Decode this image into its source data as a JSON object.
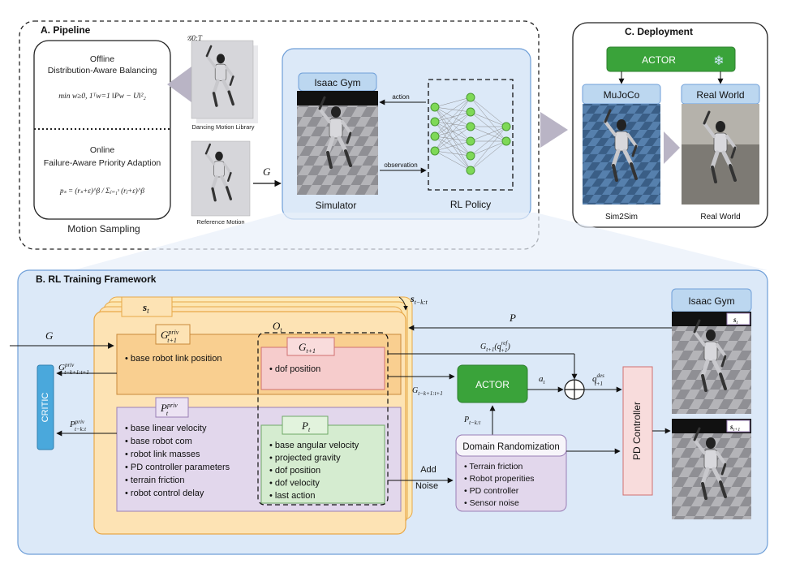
{
  "pipeline": {
    "title": "A. Pipeline",
    "g_label": "G",
    "sampling": {
      "offline_title_1": "Offline",
      "offline_title_2": "Distribution-Aware Balancing",
      "offline_formula": "min w≥0, 1ᵀw=1  ‖Pw − U‖²₂",
      "online_title_1": "Online",
      "online_title_2": "Failure-Aware Priority Adaption",
      "online_formula": "pₛ = (rₛ+ε)^β / Σⱼ₌₁ˢ (rⱼ+ε)^β",
      "caption": "Motion Sampling"
    },
    "library_symbol": "𝒢0:T",
    "library_caption": "Dancing Motion Library",
    "reference_caption": "Reference Motion",
    "sim_box": {
      "isaac_label": "Isaac Gym",
      "action_label": "action",
      "observation_label": "observation",
      "simulator_caption": "Simulator",
      "policy_caption": "RL Policy"
    }
  },
  "deployment": {
    "title": "C. Deployment",
    "actor_label": "ACTOR",
    "snowflake_icon": "snowflake-icon",
    "mujoco_label": "MuJoCo",
    "real_label": "Real World",
    "sim2sim_caption": "Sim2Sim",
    "real_caption": "Real World"
  },
  "rl": {
    "title": "B. RL Training Framework",
    "s_t": "s",
    "s_t_sub": "t",
    "s_hist": "s",
    "s_hist_sub": "t−k:t",
    "G_in": "G",
    "P_label": "P",
    "O_t": "O",
    "O_t_sub": "t",
    "g_priv": "G",
    "g_priv_sup": "priv",
    "g_priv_sub": "t+1",
    "g_priv_item": "base robot link position",
    "g_next": "G",
    "g_next_sub": "t+1",
    "g_next_item": "dof position",
    "p_priv": "P",
    "p_priv_sup": "priv",
    "p_priv_sub": "t",
    "p_priv_items": [
      "base linear velocity",
      "base robot com",
      "robot link masses",
      "PD controller parameters",
      "terrain friction",
      "robot control delay"
    ],
    "p_t": "P",
    "p_t_sub": "t",
    "p_t_items": [
      "base angular velocity",
      "projected gravity",
      "dof position",
      "dof velocity",
      "last action"
    ],
    "critic_label": "CRITIC",
    "critic_in_1": "G",
    "critic_in_1_sup": "priv",
    "critic_in_1_sub": "t−k+1:t+1",
    "critic_in_2": "P",
    "critic_in_2_sup": "priv",
    "critic_in_2_sub": "t−k:t",
    "actor_label": "ACTOR",
    "actor_in_g": "G",
    "actor_in_g_sub": "t−k+1:t+1",
    "actor_in_p": "P",
    "actor_in_p_sub": "t−k:t",
    "g_ref": "G",
    "g_ref_sub": "t+1",
    "g_ref_q": "(q",
    "g_ref_q_sup": "ref",
    "g_ref_q_sub": "t+1",
    "a_t": "a",
    "a_t_sub": "t",
    "q_des": "q",
    "q_des_sup": "des",
    "q_des_sub": "t+1",
    "add_noise_1": "Add",
    "add_noise_2": "Noise",
    "dr_title": "Domain Randomization",
    "dr_items": [
      "Terrain friction",
      "Robot properities",
      "PD controller",
      "Sensor noise"
    ],
    "pd_label": "PD Controller",
    "isaac_label": "Isaac Gym",
    "frame_1_tag": "s",
    "frame_1_tag_sub": "t",
    "frame_2_tag": "s",
    "frame_2_tag_sub": "t+1"
  },
  "colors": {
    "blue_panel": "#dce9f8",
    "blue_border": "#6f9fd8",
    "orange": "#fde3b4",
    "pink": "#f6cccc",
    "purple": "#e2d7ec",
    "green": "#d5ecd0",
    "actor_green": "#3aa33a",
    "critic_blue": "#4aa8dc",
    "node_green": "#7ed957"
  }
}
